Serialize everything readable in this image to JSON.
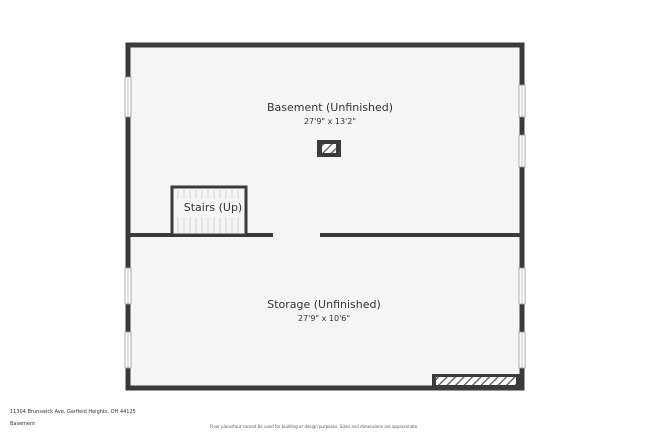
{
  "plan": {
    "colors": {
      "wall": "#3a3a3a",
      "floor": "#f5f5f5",
      "window": "#ffffff",
      "hatch": "#555555"
    },
    "rooms": [
      {
        "name": "Basement (Unfinished)",
        "dimensions": "27'9\" x 13'2\""
      },
      {
        "name": "Storage (Unfinished)",
        "dimensions": "27'9\" x 10'6\""
      },
      {
        "name": "Stairs (Up)"
      }
    ]
  },
  "footer": {
    "address": "11304 Brunswick Ave, Garfield Heights, OH 44125",
    "floor_label": "Basement",
    "disclaimer": "Floor plans/tour cannot be used for building or design purposes. Sizes and dimensions are approximate."
  }
}
